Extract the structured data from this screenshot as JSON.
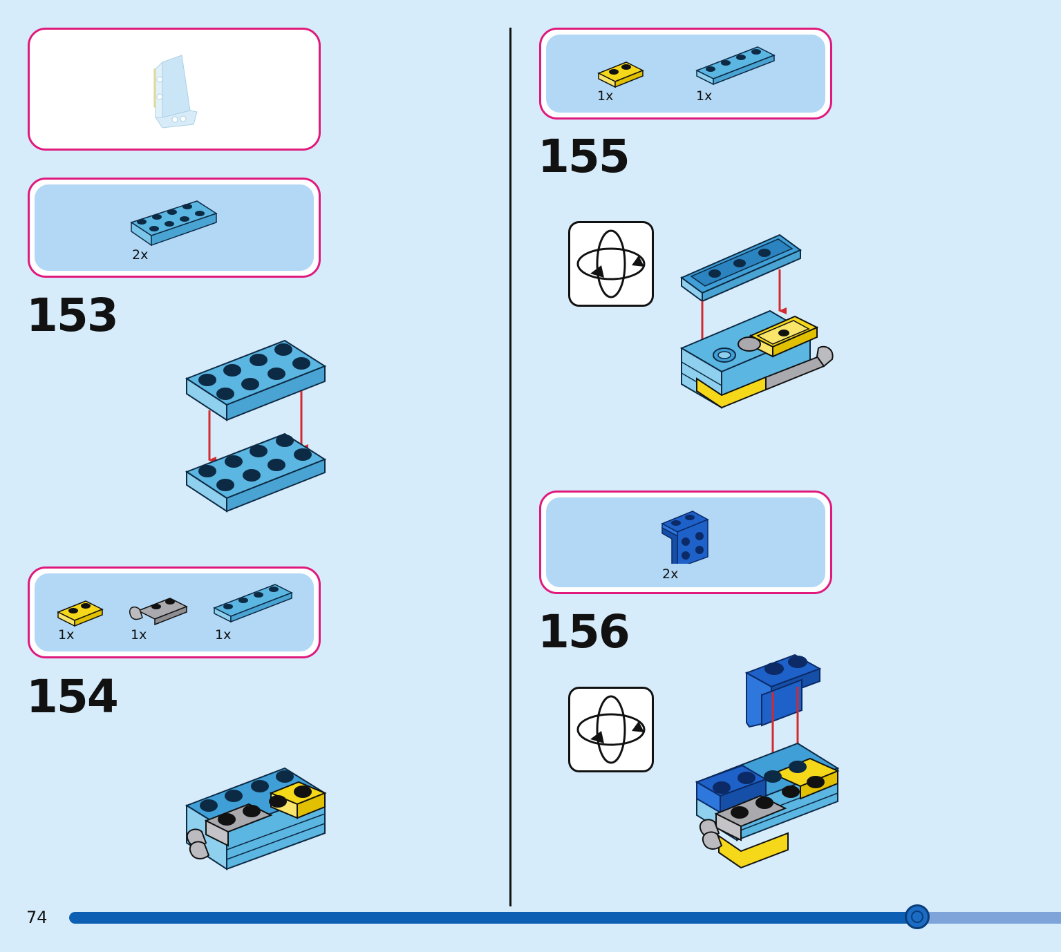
{
  "page_number": "74",
  "progress": {
    "fraction": 0.855
  },
  "colors": {
    "background": "#d6ecfa",
    "panel_border": "#e0197d",
    "panel_fill": "#b3d8f5",
    "brick_light_blue": "#5bb6e2",
    "brick_blue": "#1e61c9",
    "brick_yellow": "#f6d81a",
    "brick_grey": "#a9a9ae",
    "arrow_red": "#d32a2f",
    "progress_fill": "#0d5fb3",
    "progress_track": "#7ea4da"
  },
  "left_column": {
    "preview_panel": {
      "icon": "light-blue-slope-piece"
    },
    "step_153": {
      "number": "153",
      "parts": [
        {
          "qty": "2x",
          "icon": "light-blue-plate-2x4"
        }
      ]
    },
    "step_154": {
      "number": "154",
      "parts": [
        {
          "qty": "1x",
          "icon": "yellow-plate-1x2"
        },
        {
          "qty": "1x",
          "icon": "grey-clip-plate-1x2"
        },
        {
          "qty": "1x",
          "icon": "light-blue-plate-1x4"
        }
      ]
    }
  },
  "right_column": {
    "step_155": {
      "number": "155",
      "parts": [
        {
          "qty": "1x",
          "icon": "yellow-plate-1x2"
        },
        {
          "qty": "1x",
          "icon": "light-blue-plate-1x4"
        }
      ],
      "rotate_icon": "rotate-model-icon"
    },
    "step_156": {
      "number": "156",
      "parts": [
        {
          "qty": "2x",
          "icon": "blue-bracket-1x2-2x2"
        }
      ],
      "rotate_icon": "rotate-model-icon"
    }
  }
}
